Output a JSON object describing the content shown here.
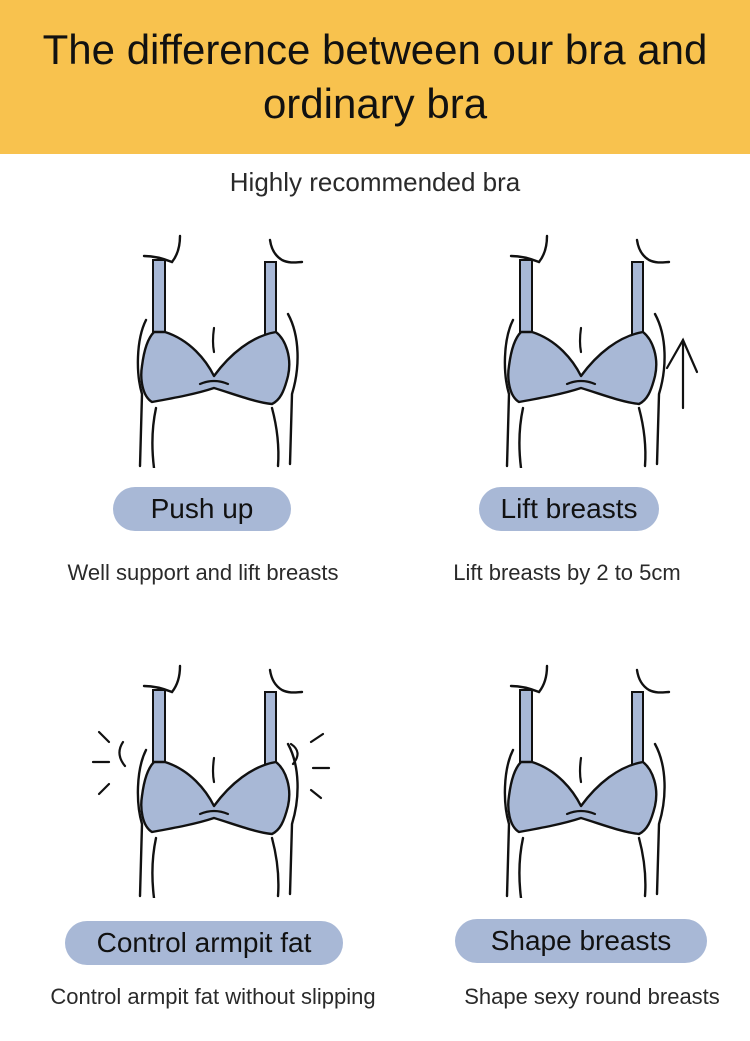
{
  "banner": {
    "title": "The difference between our bra and ordinary bra",
    "background_color": "#f8c24e"
  },
  "subtitle": "Highly recommended bra",
  "accent_color": "#a8b8d6",
  "features": [
    {
      "label": "Push up",
      "description": "Well support and lift breasts",
      "icon": "bra-illustration-icon"
    },
    {
      "label": "Lift breasts",
      "description": "Lift breasts by 2 to 5cm",
      "icon": "bra-illustration-with-up-arrow-icon"
    },
    {
      "label": "Control armpit fat",
      "description": "Control armpit fat without slipping",
      "icon": "bra-illustration-with-side-lines-icon"
    },
    {
      "label": "Shape breasts",
      "description": "Shape sexy round breasts",
      "icon": "bra-illustration-icon"
    }
  ]
}
